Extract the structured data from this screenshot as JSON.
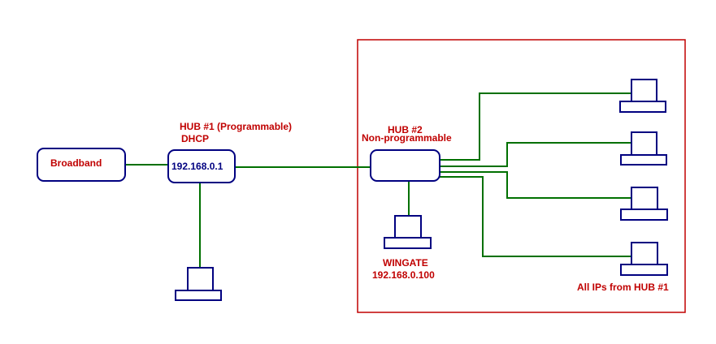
{
  "labels": {
    "broadband": "Broadband",
    "hub1_title": "HUB #1 (Programmable)",
    "hub1_dhcp": "DHCP",
    "hub1_ip": "192.168.0.1",
    "hub2_title": "HUB #2",
    "hub2_subtitle": "Non-programmable",
    "wingate_name": "WINGATE",
    "wingate_ip": "192.168.0.100",
    "clients_note": "All  IPs from HUB #1"
  },
  "colors": {
    "wire": "#007000",
    "device_outline": "#000080",
    "boundary": "#c00000",
    "label_red": "#c00000",
    "label_navy": "#000080"
  },
  "icons": {
    "computer": "computer-icon"
  }
}
